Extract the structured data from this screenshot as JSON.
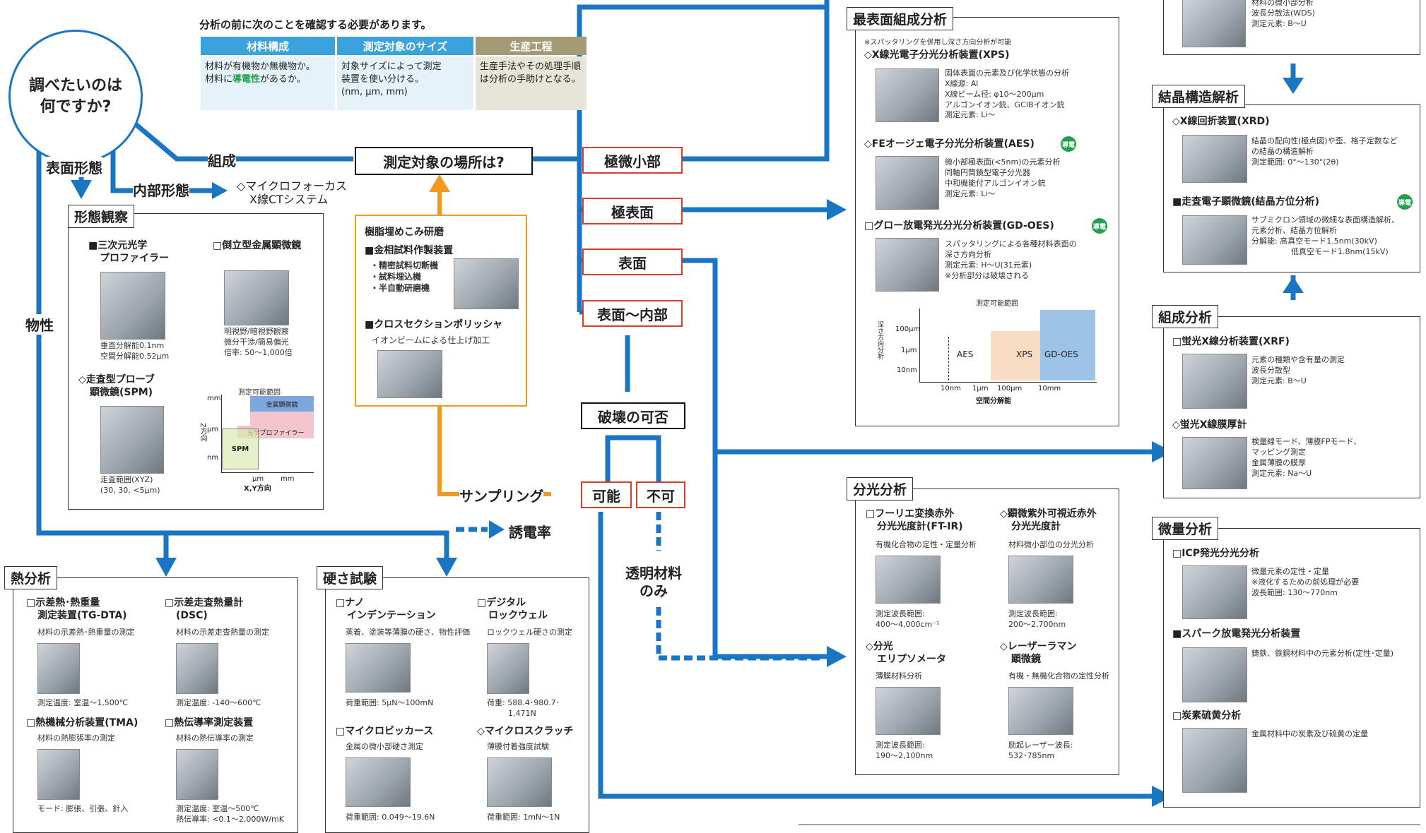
{
  "start": {
    "line1": "調べたいのは",
    "line2": "何ですか?"
  },
  "intro": {
    "heading": "分析の前に次のことを確認する必要があります。",
    "cols": [
      {
        "title": "材料構成",
        "color": "#3aa2dc",
        "bg": "#e5f2fa",
        "line1": "材料が有機物か無機物か。",
        "line2a": "材料に",
        "line2b": "導電性",
        "line2c": "があるか。"
      },
      {
        "title": "測定対象のサイズ",
        "color": "#3aa2dc",
        "bg": "#e5f2fa",
        "line1": "対象サイズによって測定",
        "line2": "装置を使い分ける。",
        "line3": "(nm, μm, mm)"
      },
      {
        "title": "生産工程",
        "color": "#a49a75",
        "bg": "#e7e4d8",
        "line1": "生産手法やその処理手順",
        "line2": "は分析の手助けとなる。"
      }
    ]
  },
  "flow": {
    "surface_morph": "表面形態",
    "internal_morph": "内部形態",
    "composition": "組成",
    "property": "物性",
    "ct": {
      "l1": "◇マイクロフォーカス",
      "l2": "X線CTシステム"
    },
    "location_q": "測定対象の場所は?",
    "loc": [
      "極微小部",
      "極表面",
      "表面",
      "表面～内部"
    ],
    "destruct_q": "破壊の可否",
    "ok": "可能",
    "ng": "不可",
    "transparent": {
      "l1": "透明材料",
      "l2": "のみ"
    },
    "sampling": "サンプリング",
    "dielectric": "誘電率"
  },
  "resin": {
    "title": "樹脂埋めこみ研磨",
    "sec1": "■金相試料作製装置",
    "sec1items": [
      "・精密試料切断機",
      "・試料埋込機",
      "・半自動研磨機"
    ],
    "sec2": "■クロスセクションポリッシャ",
    "sec2desc": "イオンビームによる仕上げ加工"
  },
  "morph": {
    "title": "形態観察",
    "i1": {
      "l1": "■三次元光学",
      "l2": "プロファイラー",
      "d1": "垂直分解能0.1nm",
      "d2": "空間分解能0.52μm"
    },
    "i2": {
      "l1": "□倒立型金属顕微鏡",
      "d1": "明視野/暗視野観察",
      "d2": "微分干渉/簡易偏光",
      "d3": "倍率: 50～1,000倍"
    },
    "i3": {
      "l1": "◇走査型プローブ",
      "l2": "顕微鏡(SPM)",
      "d1": "走査範囲(XYZ)",
      "d2": "(30, 30, <5μm)"
    },
    "chart": {
      "title": "測定可能範囲",
      "r1": "金属顕微鏡",
      "r2": "光学プロファイラー",
      "r3": "SPM",
      "xlabel": "X,Y方向",
      "ylabel": "Z方向",
      "mm": "mm",
      "um": "μm",
      "nm": "nm"
    }
  },
  "surf": {
    "title": "最表面組成分析",
    "note": "※スパッタリングを併用し深さ方向分析が可能",
    "xps": {
      "name": "◇X線光電子分光分析装置(XPS)",
      "d": [
        "固体表面の元素及び化学状態の分析",
        "X線源: Al",
        "X線ビーム径: φ10～200μm",
        "アルゴンイオン銃、GCIBイオン銃",
        "測定元素: Li～"
      ]
    },
    "aes": {
      "name": "◇FEオージェ電子分光分析装置(AES)",
      "badge": "導電",
      "d": [
        "微小部極表面(<5nm)の元素分析",
        "同軸円筒鏡型電子分光器",
        "中和機能付アルゴンイオン銃",
        "測定元素: Li～"
      ]
    },
    "gd": {
      "name": "□グロー放電発光分光分析装置(GD-OES)",
      "badge": "導電",
      "d": [
        "スパッタリングによる各種材料表面の",
        "深さ方向分析",
        "測定元素: H～U(31元素)",
        "※分析部分は破壊される"
      ]
    },
    "chart": {
      "title": "測定可能範囲",
      "ylabel": "深さ方向分析",
      "xlabel": "空間分解能",
      "y": [
        "100μm",
        "1μm",
        "10nm"
      ],
      "x": [
        "10nm",
        "1μm",
        "100μm",
        "10mm"
      ],
      "r": [
        "AES",
        "XPS",
        "GD-OES"
      ]
    }
  },
  "top": {
    "d": [
      "材料の微小部分析",
      "波長分散法(WDS)",
      "測定元素: B～U"
    ]
  },
  "xrd": {
    "title": "結晶構造解析",
    "x": {
      "name": "◇X線回折装置(XRD)",
      "d": [
        "結晶の配向性(極点図)や歪、格子定数など",
        "の結晶の構造解析",
        "測定範囲: 0°～130°(2θ)"
      ]
    },
    "s": {
      "name": "■走査電子顕微鏡(結晶方位分析)",
      "badge": "導電",
      "d": [
        "サブミクロン領域の微細な表面構造解析、",
        "元素分析、結晶方位解析",
        "分解能: 高真空モード1.5nm(30kV)",
        "低真空モード1.8nm(15kV)"
      ]
    }
  },
  "comp": {
    "title": "組成分析",
    "x": {
      "name": "□蛍光X線分析装置(XRF)",
      "d": [
        "元素の種類や含有量の測定",
        "波長分散型",
        "測定元素: B～U"
      ]
    },
    "f": {
      "name": "◇蛍光X線膜厚計",
      "d": [
        "検量線モード、薄膜FPモード、",
        "マッピング測定",
        "金属薄膜の膜厚",
        "測定元素: Na～U"
      ]
    }
  },
  "spec": {
    "title": "分光分析",
    "a": {
      "l1": "□フーリエ変換赤外",
      "l2": "分光光度計(FT-IR)",
      "d0": "有機化合物の定性・定量分析",
      "d1": "測定波長範囲:",
      "d2": "400～4,000cm⁻¹"
    },
    "b": {
      "l1": "◇顕微紫外可視近赤外",
      "l2": "分光光度計",
      "d0": "材料微小部位の分光分析",
      "d1": "測定波長範囲:",
      "d2": "200～2,700nm"
    },
    "c": {
      "l1": "◇分光",
      "l2": "エリプソメータ",
      "d0": "薄膜材料分析",
      "d1": "測定波長範囲:",
      "d2": "190～2,100nm"
    },
    "d": {
      "l1": "◇レーザーラマン",
      "l2": "顕微鏡",
      "d0": "有機・無機化合物の定性分析",
      "d1": "励起レーザー波長:",
      "d2": "532･785nm"
    }
  },
  "micro": {
    "title": "微量分析",
    "a": {
      "name": "□ICP発光分光分析",
      "d": [
        "微量元素の定性・定量",
        "※液化するための前処理が必要",
        "波長範囲: 130～770nm"
      ]
    },
    "b": {
      "name": "■スパーク放電発光分析装置",
      "d": [
        "鋳鉄、鉄鋼材料中の元素分析(定性･定量)"
      ]
    },
    "c": {
      "name": "□炭素硫黄分析",
      "d": [
        "金属材料中の炭素及び硫黄の定量"
      ]
    }
  },
  "thermal": {
    "title": "熱分析",
    "a": {
      "l1": "□示差熱･熱重量",
      "l2": "測定装置(TG-DTA)",
      "d0": "材料の示差熱･熱重量の測定",
      "d1": "測定温度: 室温～1,500℃"
    },
    "b": {
      "l1": "□示差走査熱量計",
      "l2": "(DSC)",
      "d0": "材料の示差走査熱量の測定",
      "d1": "測定温度: -140～600℃"
    },
    "c": {
      "l1": "□熱機械分析装置(TMA)",
      "d0": "材料の熱膨張率の測定",
      "d1": "モード: 膨張、引張、針入"
    },
    "d": {
      "l1": "□熱伝導率測定装置",
      "d0": "材料の熱伝導率の測定",
      "d1": "測定温度: 室温～500℃",
      "d2": "熱伝導率: <0.1～2,000W/mK"
    }
  },
  "hard": {
    "title": "硬さ試験",
    "a": {
      "l1": "□ナノ",
      "l2": "インデンテーション",
      "d0": "蒸着、塗装等薄膜の硬さ、物性評価",
      "d1": "荷重範囲: 5μN～100mN"
    },
    "b": {
      "l1": "□デジタル",
      "l2": "ロックウェル",
      "d0": "ロックウェル硬さの測定",
      "d1": "荷重: 588.4･980.7･",
      "d2": "1,471N"
    },
    "c": {
      "l1": "□マイクロビッカース",
      "d0": "金属の微小部硬さ測定",
      "d1": "荷重範囲: 0.049～19.6N"
    },
    "d": {
      "l1": "◇マイクロスクラッチ",
      "d0": "薄膜付着強度試験",
      "d1": "荷重範囲: 1mN～1N"
    }
  }
}
